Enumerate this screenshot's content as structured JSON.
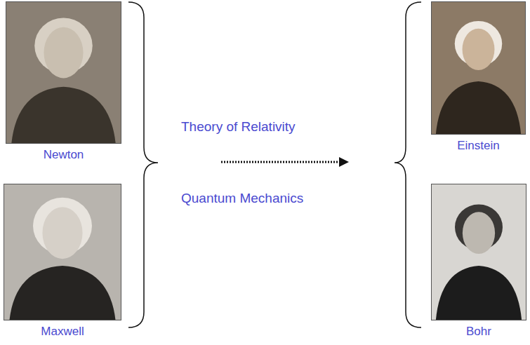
{
  "diagram": {
    "nodes": [
      {
        "text": [
          "Newton"
        ]
      },
      {
        "text": [
          "Maxwell"
        ]
      },
      {
        "text": [
          "Einstein"
        ]
      },
      {
        "text": [
          "Bohr"
        ]
      }
    ],
    "labels": [
      "Theory of Relativity",
      "Quantum Mechanics"
    ]
  }
}
